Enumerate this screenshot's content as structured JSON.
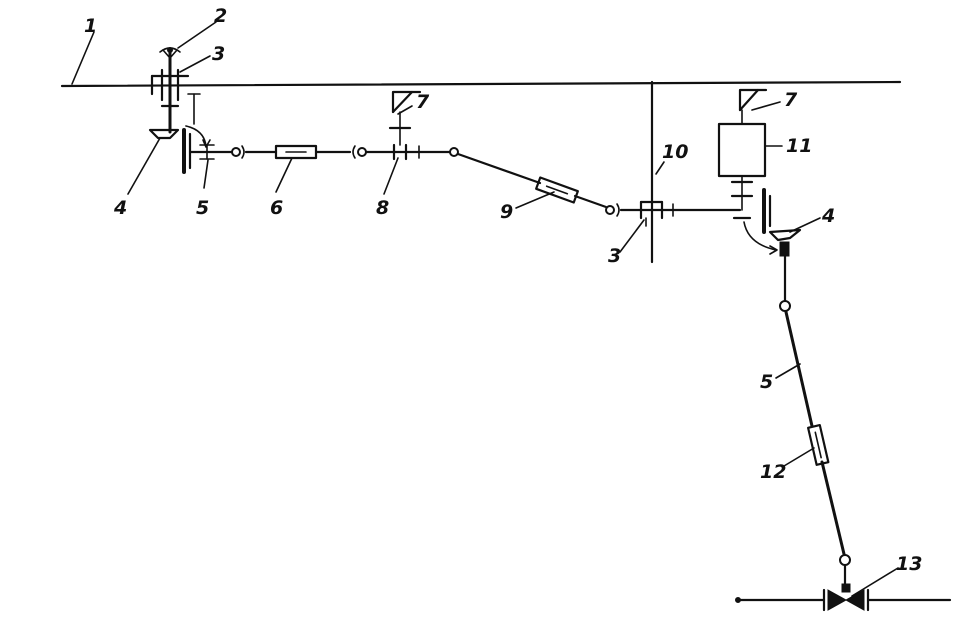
{
  "labels": {
    "l1": "1",
    "l2": "2",
    "l3a": "3",
    "l3b": "3",
    "l4a": "4",
    "l4b": "4",
    "l5a": "5",
    "l5b": "5",
    "l6": "6",
    "l7a": "7",
    "l7b": "7",
    "l8": "8",
    "l9": "9",
    "l10": "10",
    "l11": "11",
    "l12": "12",
    "l13": "13"
  }
}
